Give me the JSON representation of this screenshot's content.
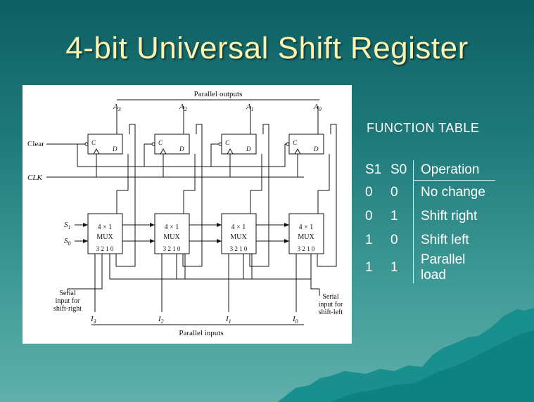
{
  "slide": {
    "title": "4-bit Universal Shift Register"
  },
  "diagram": {
    "parallel_outputs_label": "Parallel outputs",
    "parallel_inputs_label": "Parallel inputs",
    "clear_label": "Clear",
    "clk_label": "CLK",
    "s1_label": "S",
    "s1_sub": "1",
    "s0_label": "S",
    "s0_sub": "0",
    "outputs": [
      {
        "label": "A",
        "sub": "3"
      },
      {
        "label": "A",
        "sub": "2"
      },
      {
        "label": "A",
        "sub": "1"
      },
      {
        "label": "A",
        "sub": "0"
      }
    ],
    "inputs": [
      {
        "label": "I",
        "sub": "3"
      },
      {
        "label": "I",
        "sub": "2"
      },
      {
        "label": "I",
        "sub": "1"
      },
      {
        "label": "I",
        "sub": "0"
      }
    ],
    "ff_c_label": "C",
    "ff_d_label": "D",
    "mux_line1": "4 × 1",
    "mux_line2": "MUX",
    "mux_line3": "3 2 1 0",
    "serial_right": [
      "Serial",
      "input for",
      "shift-right"
    ],
    "serial_left": [
      "Serial",
      "input for",
      "shift-left"
    ]
  },
  "function_table": {
    "title": "FUNCTION TABLE",
    "headers": {
      "s1": "S1",
      "s0": "S0",
      "operation": "Operation"
    },
    "rows": [
      {
        "s1": "0",
        "s0": "0",
        "op": "No change"
      },
      {
        "s1": "0",
        "s0": "1",
        "op": "Shift right"
      },
      {
        "s1": "1",
        "s0": "0",
        "op": "Shift left"
      },
      {
        "s1": "1",
        "s0": "1",
        "op": "Parallel load"
      }
    ]
  }
}
